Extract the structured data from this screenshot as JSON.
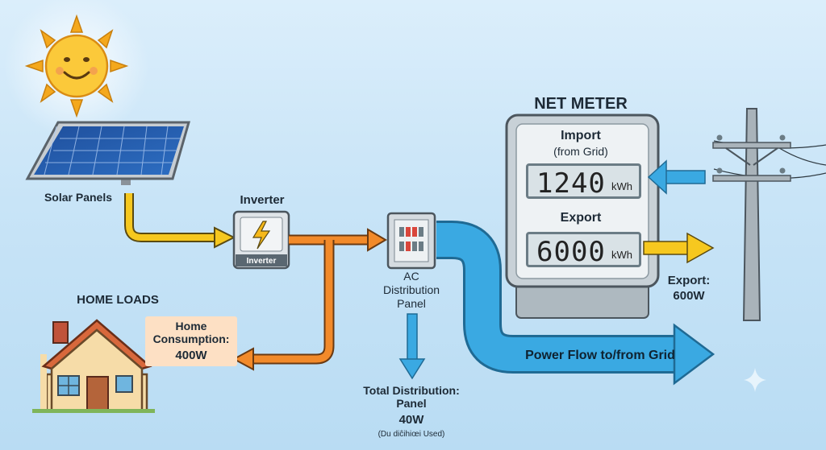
{
  "labels": {
    "solar_panels": "Solar Panels",
    "inverter": "Inverter",
    "inverter_badge": "Inverter",
    "home_loads": "HOME LOADS",
    "home_consumption_line1": "Home",
    "home_consumption_line2": "Consumption:",
    "home_consumption_value": "400W",
    "ac_line1": "AC",
    "ac_line2": "Distribution",
    "ac_line3": "Panel",
    "total_line1": "Total Distribution:",
    "total_line2": "Panel",
    "total_value": "40W",
    "total_note": "(Du diĉihiœi Used)",
    "grid_flow": "Power Flow to/from Grid",
    "export_side_line1": "Export:",
    "export_side_value": "600W"
  },
  "net_meter": {
    "title": "NET METER",
    "import_label": "Import",
    "import_sub": "(from Grid)",
    "import_value": "1240",
    "import_unit": "kWh",
    "export_label": "Export",
    "export_value": "6000",
    "export_unit": "kWh"
  },
  "colors": {
    "solar_flow": "#f6c81f",
    "inverter_flow": "#f28a2a",
    "grid_flow": "#3aa9e2",
    "export_arrow": "#f6c81f"
  }
}
